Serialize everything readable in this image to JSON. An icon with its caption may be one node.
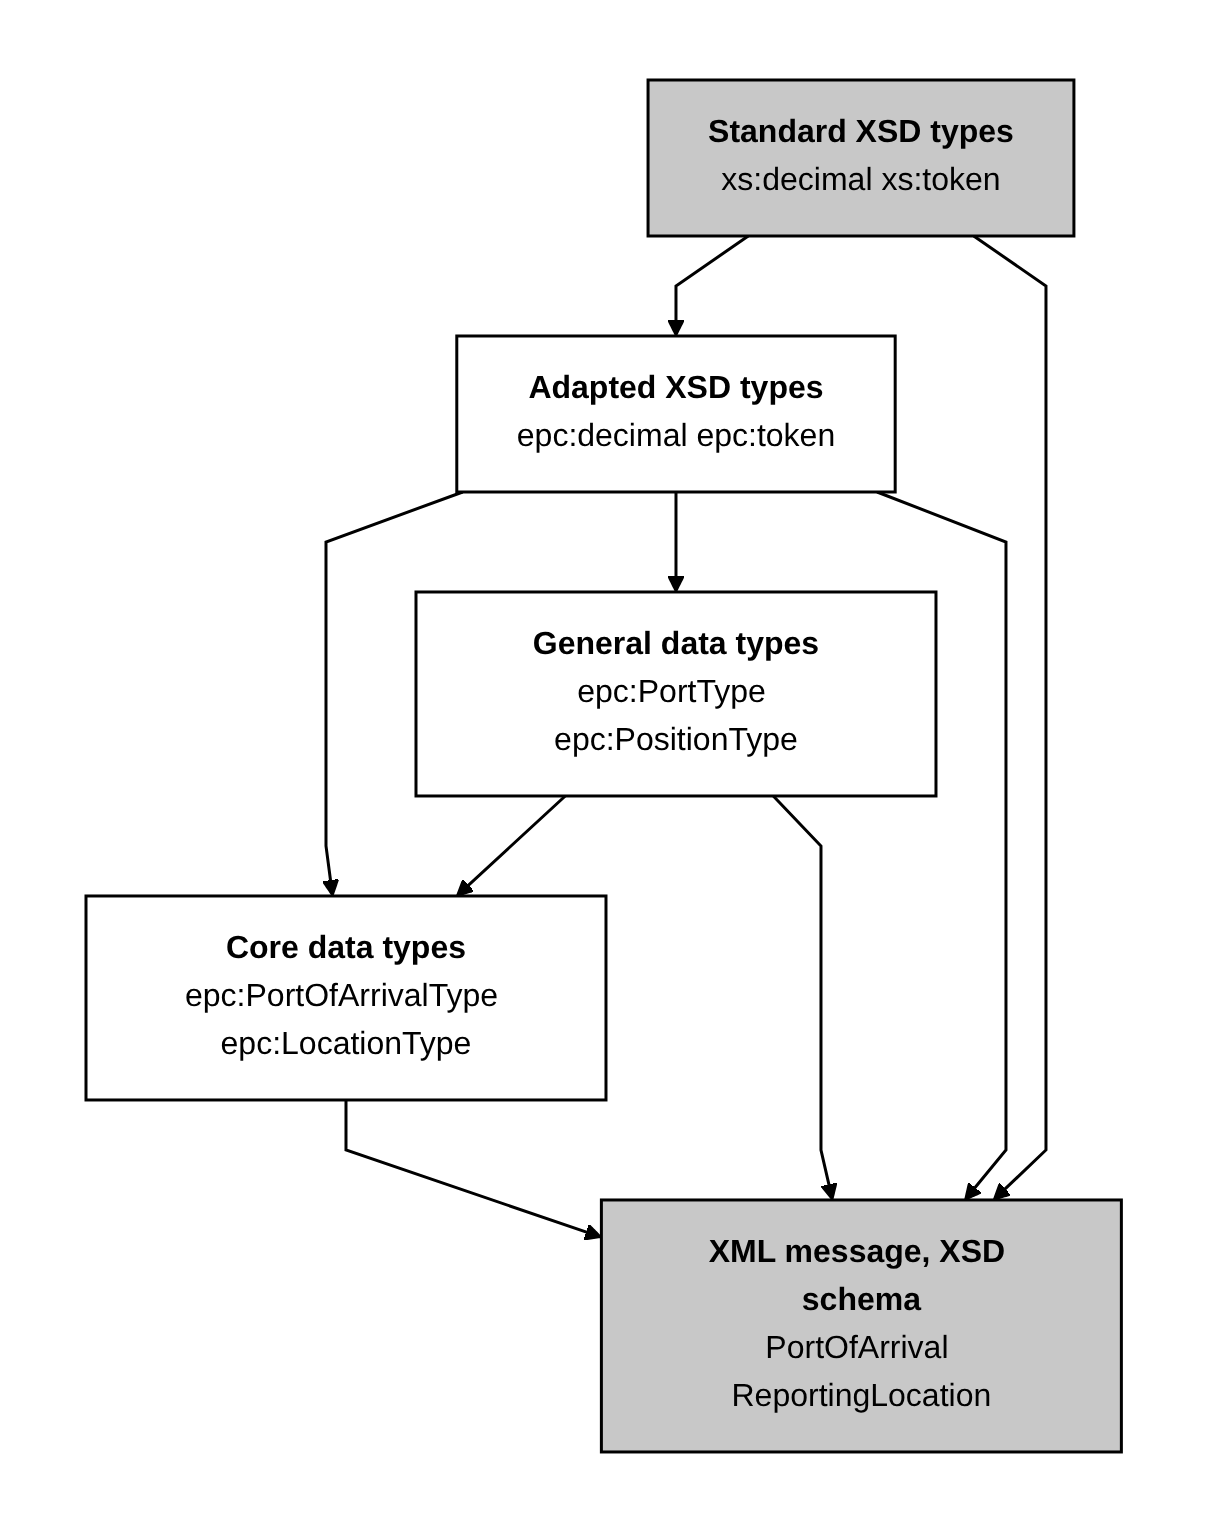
{
  "diagram": {
    "nodes": [
      {
        "text": [
          "Standard XSD types",
          "xs:decimal xs:token"
        ]
      },
      {
        "text": [
          "Adapted XSD types",
          "epc:decimal epc:token"
        ]
      },
      {
        "text": [
          "General data types",
          "epc:PortType epc:PositionType"
        ]
      },
      {
        "text": [
          "Core data types",
          "epc:PortOfArrivalType epc:LocationType"
        ]
      },
      {
        "text": [
          "XML message, XSD schema",
          "PortOfArrival ReportingLocation"
        ]
      }
    ],
    "edges": [
      {
        "from": 0,
        "to": 1,
        "arrow": "to"
      },
      {
        "from": 1,
        "to": 3,
        "arrow": "to"
      },
      {
        "from": 1,
        "to": 2,
        "arrow": "to"
      },
      {
        "from": 2,
        "to": 3,
        "arrow": "to"
      },
      {
        "from": 3,
        "to": 4,
        "arrow": "to"
      },
      {
        "from": 0,
        "to": 4,
        "arrow": "to"
      },
      {
        "from": 1,
        "to": 4,
        "arrow": "to"
      },
      {
        "from": 2,
        "to": 4,
        "arrow": "to"
      }
    ]
  }
}
